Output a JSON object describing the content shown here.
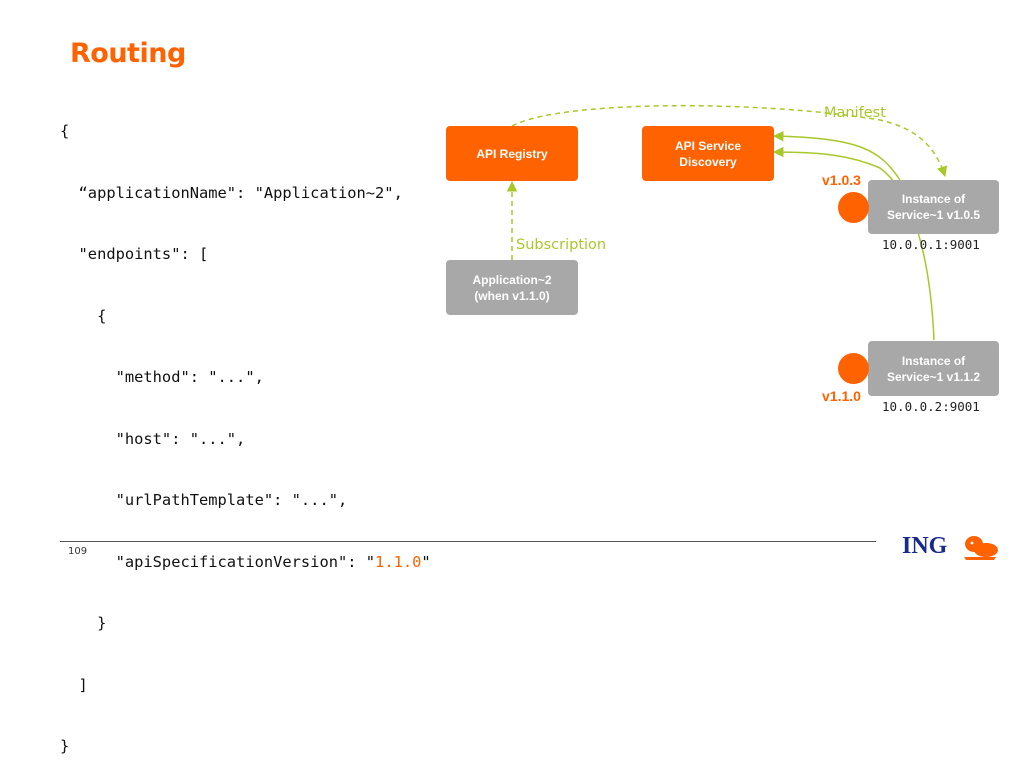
{
  "slide": {
    "title": "Routing",
    "page_number": "109",
    "logo_text": "ING"
  },
  "code": {
    "lines": [
      "{",
      "  “applicationName\": \"Application~2\",",
      "  \"endpoints\": [",
      "    {",
      "      \"method\": \"...\",",
      "      \"host\": \"...\",",
      "      \"urlPathTemplate\": \"...\",",
      "      \"apiSpecificationVersion\": \"",
      "    }",
      "  ]",
      "}"
    ],
    "highlight_value": "1.1.0",
    "highlight_suffix": "\""
  },
  "diagram": {
    "api_registry": "API Registry",
    "api_service_discovery": "API Service\nDiscovery",
    "application": "Application~2\n(when v1.1.0)",
    "instance_1": "Instance of\nService~1 v1.0.5",
    "instance_2": "Instance of\nService~1 v1.1.2",
    "subscription_label": "Subscription",
    "manifest_label": "Manifest",
    "version_1": "v1.0.3",
    "version_2": "v1.1.0",
    "address_1": "10.0.0.1:9001",
    "address_2": "10.0.0.2:9001"
  },
  "colors": {
    "accent_orange": "#ff6200",
    "box_grey": "#a8a8a8",
    "arrow_green": "#a8c82a",
    "logo_blue": "#1a2a8a"
  }
}
